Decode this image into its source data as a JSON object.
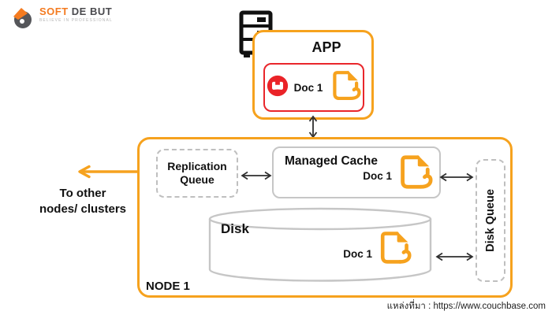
{
  "logo": {
    "brand_first": "SOFT",
    "brand_rest": "DE BUT",
    "tagline": "BELIEVE IN PROFESSIONAL"
  },
  "app": {
    "title": "APP",
    "doc_label": "Doc 1"
  },
  "node": {
    "label": "NODE 1",
    "replication_queue_label": "Replication Queue",
    "managed_cache": {
      "title": "Managed Cache",
      "doc_label": "Doc 1"
    },
    "disk": {
      "title": "Disk",
      "doc_label": "Doc 1"
    },
    "disk_queue_label": "Disk Queue"
  },
  "left_annotation": {
    "line1": "To other",
    "line2": "nodes/ clusters"
  },
  "source_caption": "แหล่งที่มา : https://www.couchbase.com",
  "icons": {
    "logo_mark": "soft-debut-logo-icon",
    "server": "server-icon",
    "couchbase": "couchbase-icon",
    "document": "doc-icon",
    "double_arrow": "double-arrow-icon",
    "left_arrow": "left-arrow-icon"
  },
  "colors": {
    "accent_orange": "#F6A21E",
    "alert_red": "#E9262B",
    "couchbase_red": "#EA2328",
    "border_gray": "#C6C6C6",
    "dashed_gray": "#BFBFBF",
    "text_dark": "#111111"
  }
}
